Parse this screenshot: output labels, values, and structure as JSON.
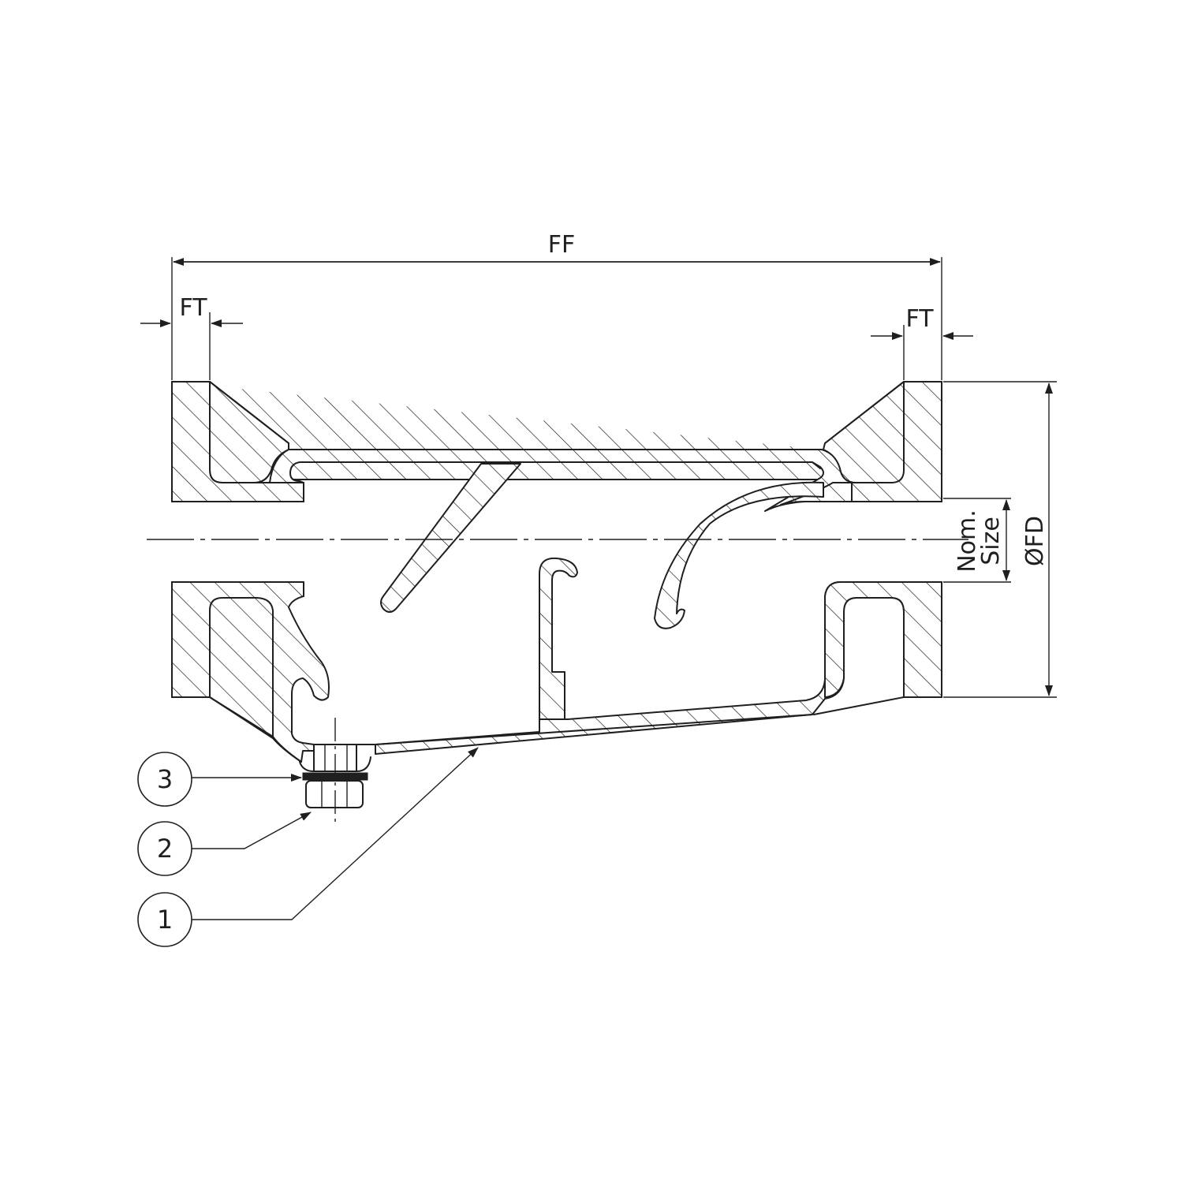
{
  "dimensions": {
    "overall_length": "FF",
    "flange_thickness_left": "FT",
    "flange_thickness_right": "FT",
    "flange_diameter": "ØFD",
    "nominal_size_line1": "Nom.",
    "nominal_size_line2": "Size"
  },
  "callouts": [
    {
      "number": "3"
    },
    {
      "number": "2"
    },
    {
      "number": "1"
    }
  ],
  "colors": {
    "line": "#1f1f1f",
    "background": "#ffffff"
  }
}
